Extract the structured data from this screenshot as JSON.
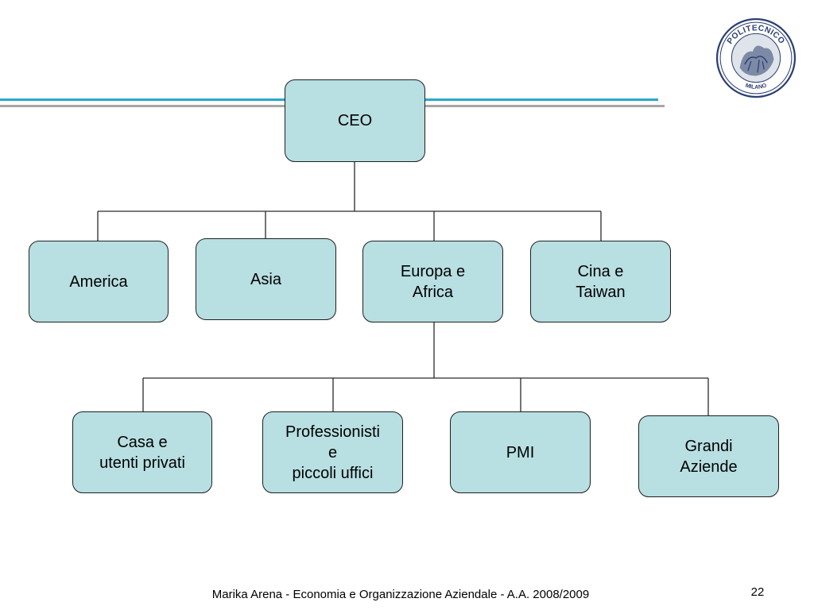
{
  "diagram": {
    "root": {
      "id": "ceo",
      "label": "CEO"
    },
    "regions": [
      {
        "id": "america",
        "label": "America"
      },
      {
        "id": "asia",
        "label": "Asia"
      },
      {
        "id": "europa-africa",
        "label": "Europa e\nAfrica"
      },
      {
        "id": "cina-taiwan",
        "label": "Cina e\nTaiwan"
      }
    ],
    "segments_parent": "europa-africa",
    "segments": [
      {
        "id": "casa",
        "label": "Casa e\nutenti privati"
      },
      {
        "id": "professionisti",
        "label": "Professionisti\ne\npiccoli uffici"
      },
      {
        "id": "pmi",
        "label": "PMI"
      },
      {
        "id": "grandi",
        "label": "Grandi\nAziende"
      }
    ]
  },
  "logo": {
    "text_top": "POLITECNICO",
    "text_bottom": "MILANO"
  },
  "footer": {
    "text": "Marika Arena - Economia e Organizzazione Aziendale - A.A. 2008/2009",
    "page_number": "22"
  },
  "colors": {
    "node_fill": "#b8dfe2",
    "node_border": "#1f1f1f",
    "rule_accent": "#2aa7c9",
    "rule_grey": "#a6a6a6",
    "logo_ink": "#2b3f73"
  }
}
